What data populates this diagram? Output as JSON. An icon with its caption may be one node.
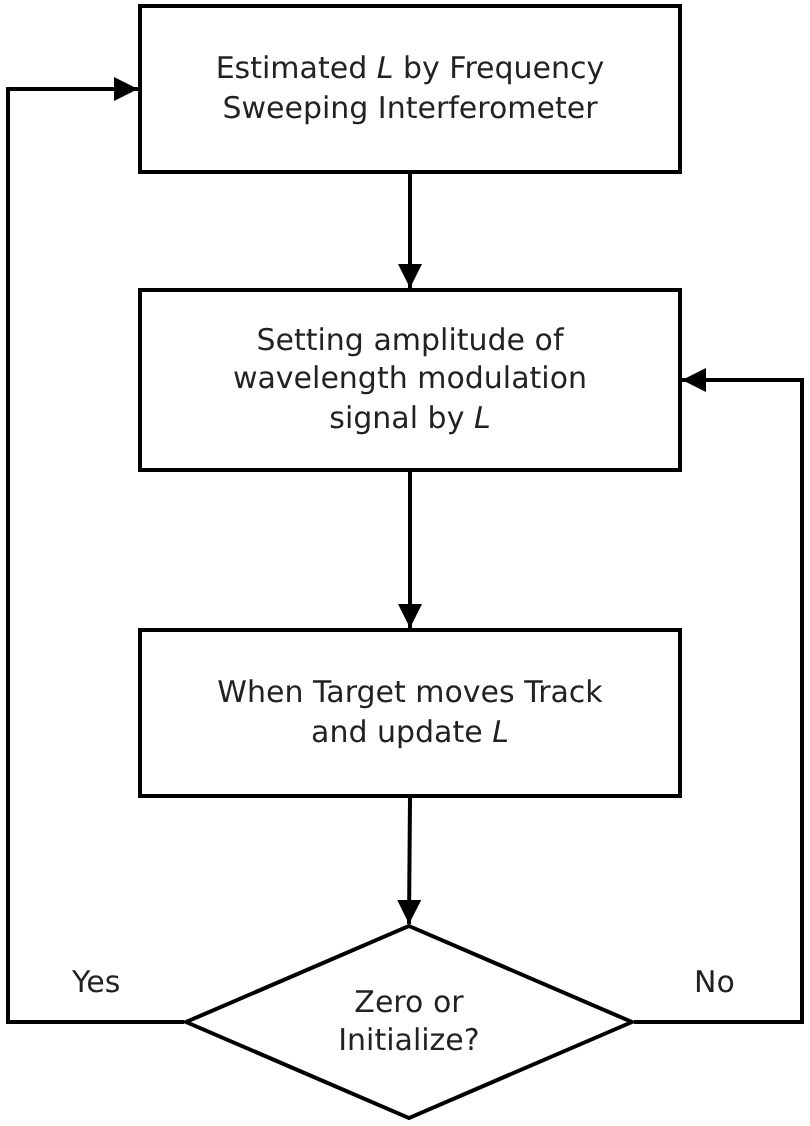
{
  "diagram": {
    "nodes": [
      {
        "text": [
          "Estimated *L* by Frequency Sweeping Interferometer"
        ]
      },
      {
        "text": [
          "Setting amplitude of wavelength modulation signal by *L*"
        ]
      },
      {
        "text": [
          "When Target moves Track and update *L*"
        ]
      },
      {
        "text": [
          "Zero or Initialize?"
        ]
      }
    ],
    "edges": [
      {
        "from": 0,
        "to": 1,
        "arrow": "to"
      },
      {
        "from": 1,
        "to": 2,
        "arrow": "to"
      },
      {
        "from": 2,
        "to": 3,
        "arrow": "to"
      },
      {
        "from": 3,
        "to": 0,
        "arrow": "to",
        "label": "Yes"
      },
      {
        "from": 3,
        "to": 1,
        "arrow": "to",
        "label": "No"
      }
    ]
  }
}
